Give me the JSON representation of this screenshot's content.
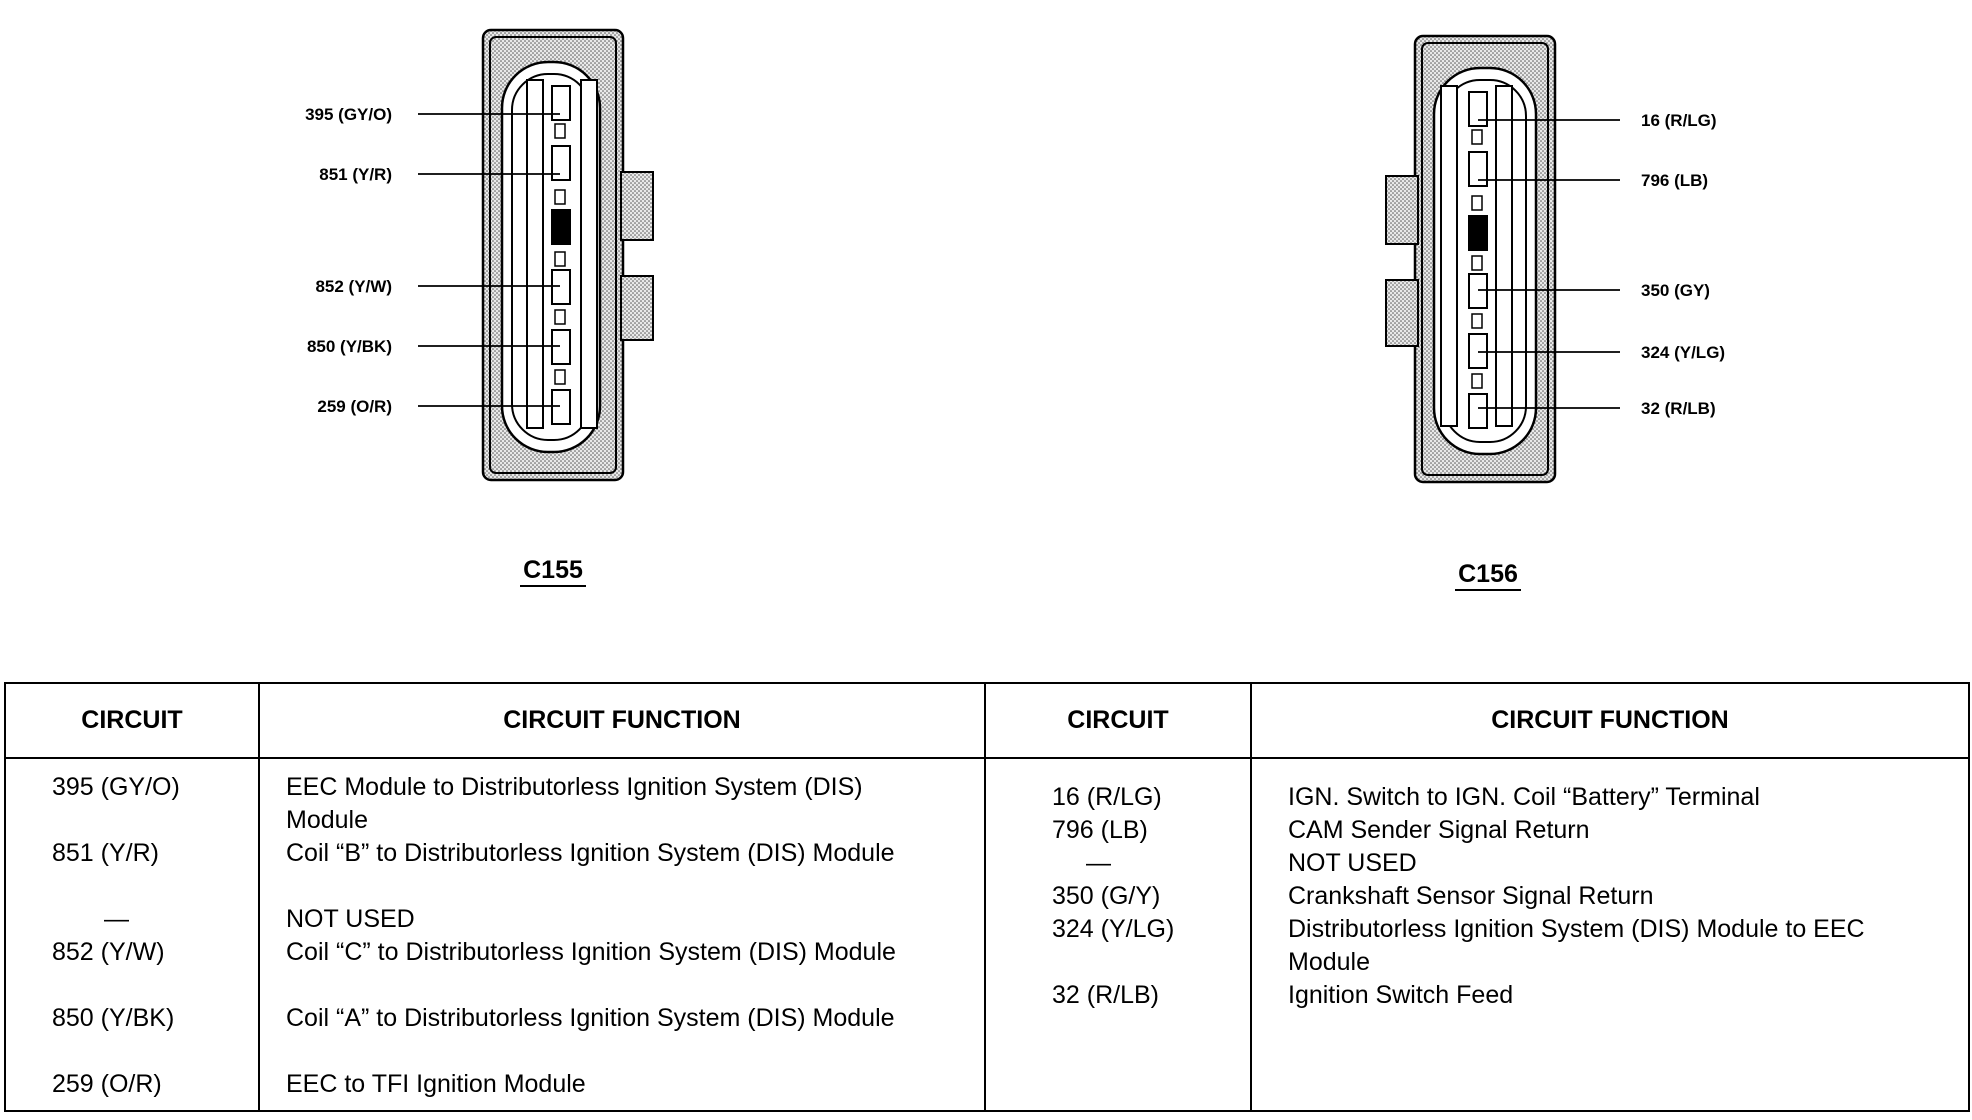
{
  "connectors": [
    {
      "name": "C155",
      "pins": [
        "395 (GY/O)",
        "851 (Y/R)",
        "852 (Y/W)",
        "850 (Y/BK)",
        "259 (O/R)"
      ]
    },
    {
      "name": "C156",
      "pins": [
        "16 (R/LG)",
        "796 (LB)",
        "350 (GY)",
        "324 (Y/LG)",
        "32 (R/LB)"
      ]
    }
  ],
  "table": {
    "headers": {
      "circuit": "CIRCUIT",
      "function": "CIRCUIT FUNCTION"
    },
    "left_rows": [
      {
        "circuit": "395 (GY/O)",
        "function": "EEC Module to Distributorless Ignition System (DIS) Module"
      },
      {
        "circuit": "851 (Y/R)",
        "function": "Coil “B” to Distributorless Ignition System (DIS) Module"
      },
      {
        "circuit": "—",
        "function": "NOT USED"
      },
      {
        "circuit": "852 (Y/W)",
        "function": "Coil “C” to Distributorless Ignition System (DIS) Module"
      },
      {
        "circuit": "850 (Y/BK)",
        "function": "Coil “A” to Distributorless Ignition System (DIS) Module"
      },
      {
        "circuit": "259 (O/R)",
        "function": "EEC to TFI Ignition Module"
      }
    ],
    "right_rows": [
      {
        "circuit": "16 (R/LG)",
        "function": "IGN. Switch to IGN. Coil “Battery” Terminal"
      },
      {
        "circuit": "796 (LB)",
        "function": "CAM Sender Signal Return"
      },
      {
        "circuit": "—",
        "function": "NOT USED"
      },
      {
        "circuit": "350 (G/Y)",
        "function": "Crankshaft Sensor Signal Return"
      },
      {
        "circuit": "324 (Y/LG)",
        "function": "Distributorless Ignition System (DIS) Module to EEC Module"
      },
      {
        "circuit": "32 (R/LB)",
        "function": "Ignition Switch Feed"
      }
    ]
  }
}
